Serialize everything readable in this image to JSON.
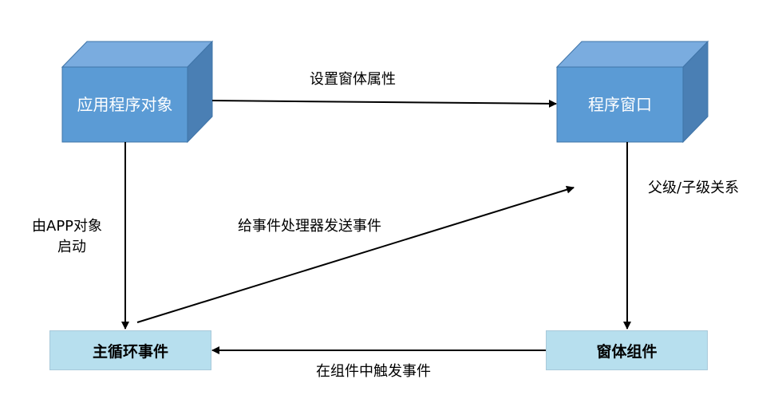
{
  "nodes": {
    "app_object": "应用程序对象",
    "program_window": "程序窗口",
    "main_loop": "主循环事件",
    "window_component": "窗体组件"
  },
  "edges": {
    "set_window_props": "设置窗体属性",
    "parent_child": "父级/子级关系",
    "started_by_app_line1": "由APP对象",
    "started_by_app_line2": "启动",
    "send_to_handler": "给事件处理器发送事件",
    "trigger_in_component": "在组件中触发事件"
  },
  "colors": {
    "cube_front": "#5b9bd5",
    "cube_top": "#7aacdf",
    "cube_side": "#4a7fb4",
    "cube_border": "#3f74a8",
    "flat_box_fill": "#b7dfee",
    "arrow": "#000000"
  }
}
